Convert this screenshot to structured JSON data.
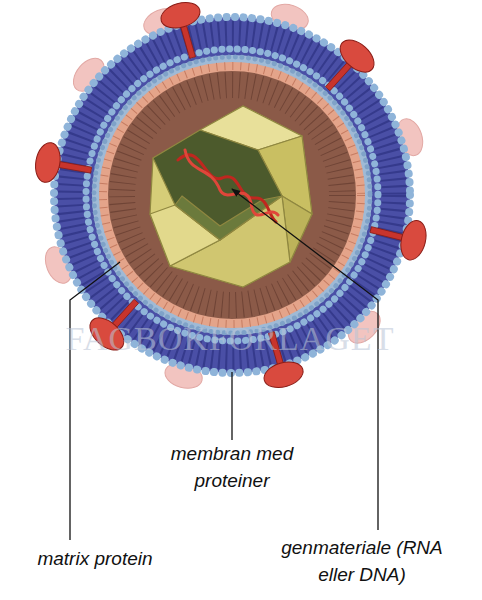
{
  "diagram": {
    "labels": [
      "membran med proteiner",
      "matrix protein",
      "genmateriale (RNA eller DNA)",
      "FAGBOKFORLAGET"
    ]
  }
}
